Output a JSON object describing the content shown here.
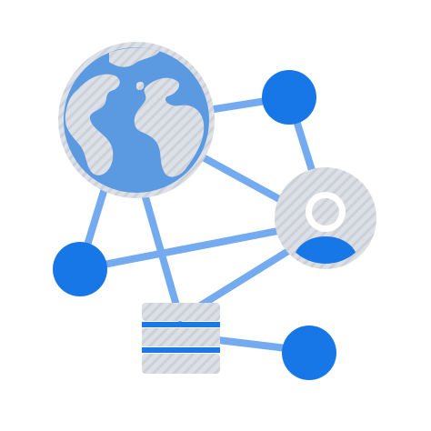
{
  "icon": {
    "semantic_name": "global-network-icon",
    "parts": [
      "globe",
      "user-node",
      "database-stack",
      "network-node",
      "network-link"
    ]
  },
  "colors": {
    "background": "#ffffff",
    "link_line": "#74aaf0",
    "node_fill": "#1877e6",
    "globe_ocean": "#5b9ae0",
    "globe_land": "#dde0e6",
    "globe_stripe": "#cdd1d8",
    "user_circle": "#dcdfe4",
    "user_white": "#ffffff",
    "user_blue": "#1877e6",
    "db_gray": "#dcdfe4",
    "db_band": "#1c78e6"
  }
}
